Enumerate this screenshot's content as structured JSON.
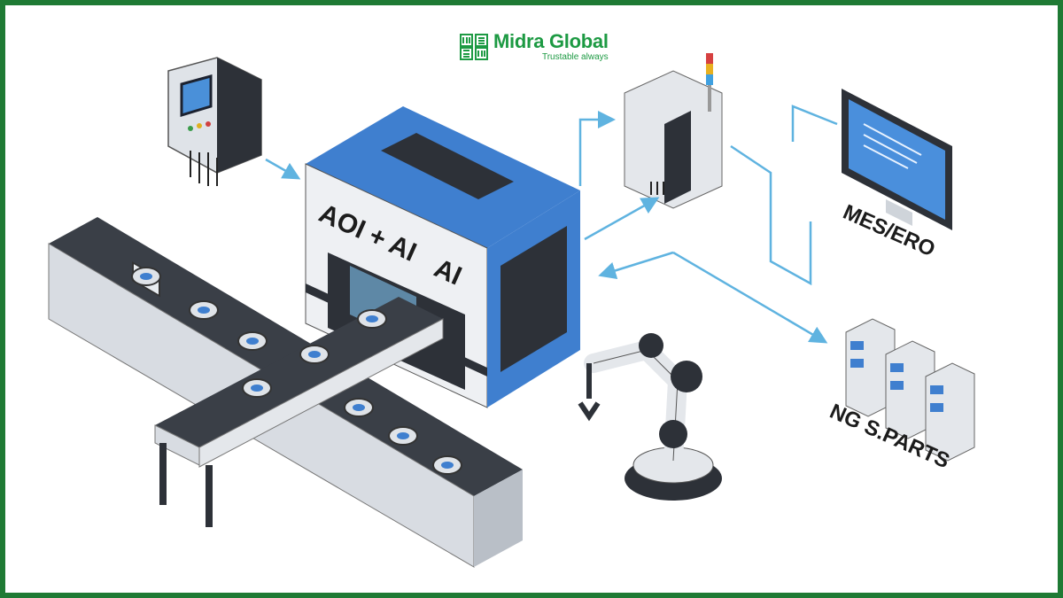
{
  "brand": {
    "name": "Midra Global",
    "tagline": "Trustable always",
    "color": "#1d9a43"
  },
  "frame_color": "#1f7a34",
  "labels": {
    "machine_left": "AOI + AI",
    "machine_right": "AI",
    "mes": "MES/ERO",
    "ng": "NG S.PARTS"
  },
  "colors": {
    "machine_blue": "#3f7fcf",
    "arrow": "#5fb3e0",
    "dark": "#2d3138"
  }
}
